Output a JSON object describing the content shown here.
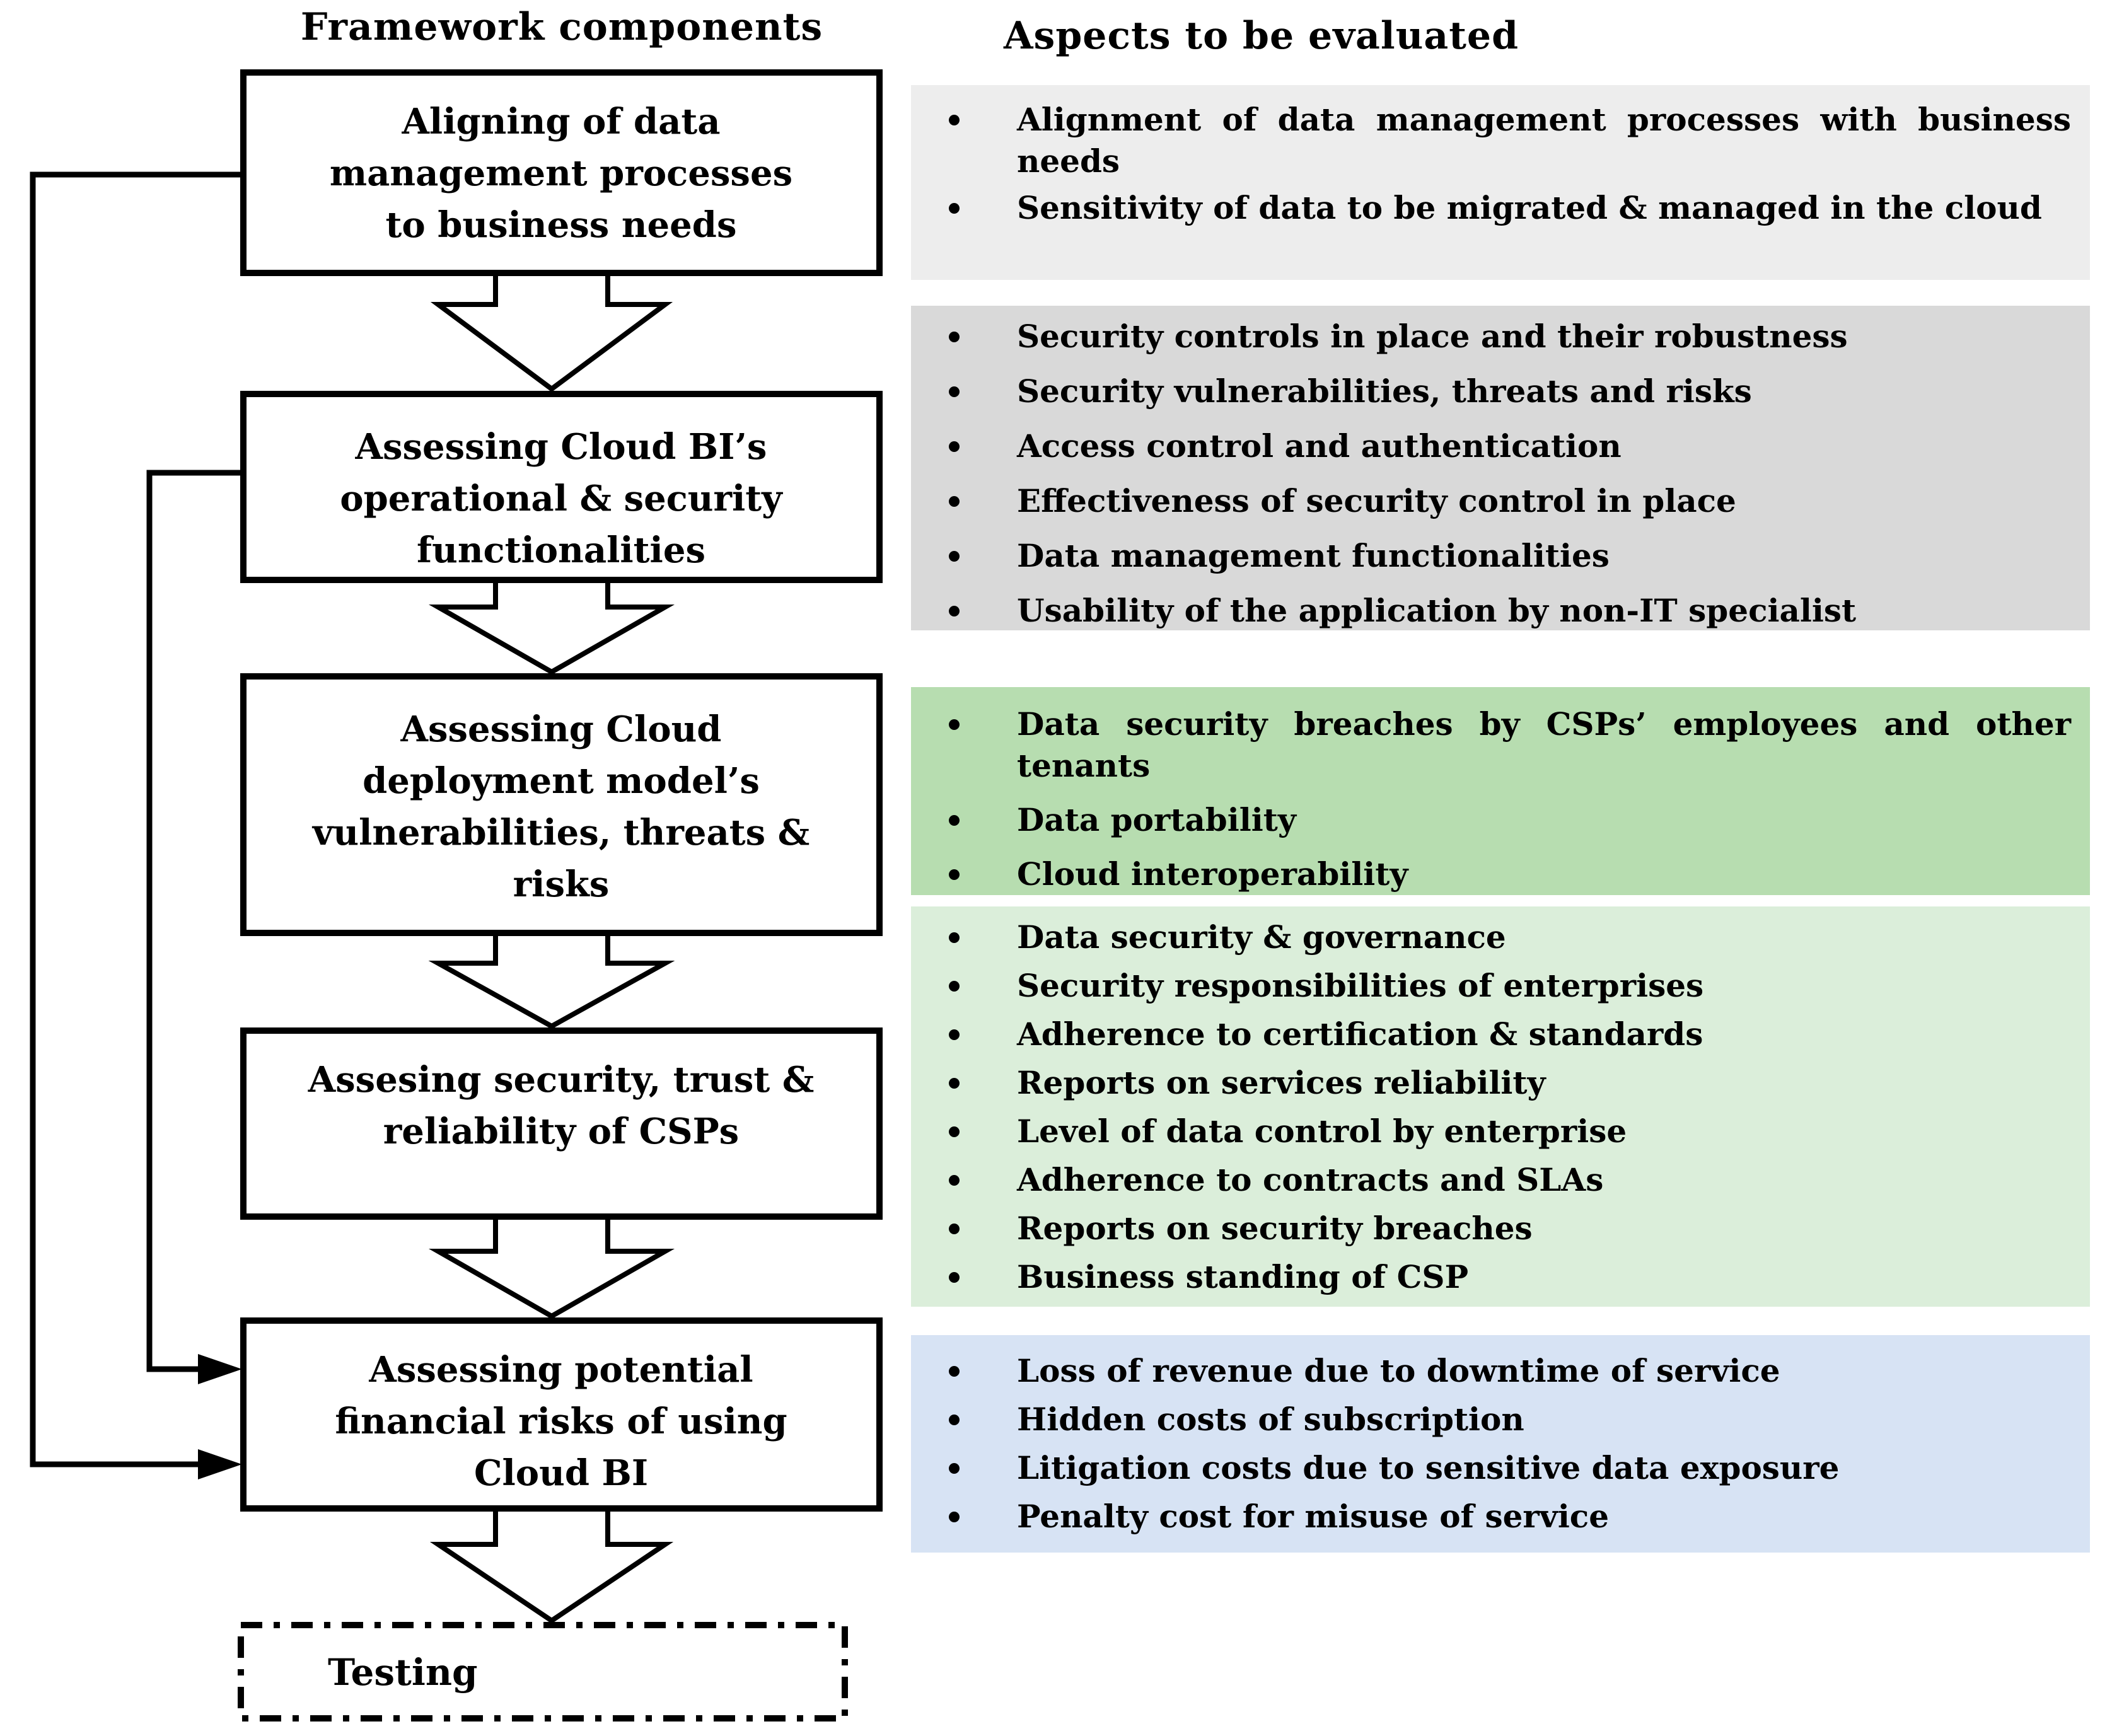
{
  "headers": {
    "left": "Framework components",
    "right": "Aspects to be evaluated"
  },
  "flow": {
    "boxes": [
      {
        "label": "Aligning of data management processes to business needs"
      },
      {
        "label": "Assessing Cloud BI’s operational & security functionalities"
      },
      {
        "label": "Assessing Cloud deployment model’s vulnerabilities, threats & risks"
      },
      {
        "label": "Assesing security, trust & reliability of CSPs"
      },
      {
        "label": "Assessing potential financial risks of using Cloud BI"
      },
      {
        "label": "Testing"
      }
    ],
    "connector_color": "#000000",
    "box_fill": "#ffffff"
  },
  "panels": [
    {
      "bg": "#ededed",
      "items": [
        "Alignment of data management processes with business needs",
        "Sensitivity of data to be migrated & managed in the cloud"
      ]
    },
    {
      "bg": "#d9d9d9",
      "items": [
        "Security controls in place and their robustness",
        "Security vulnerabilities, threats and risks",
        "Access control and authentication",
        "Effectiveness of security control in place",
        "Data management functionalities",
        "Usability of the application by non-IT specialist"
      ]
    },
    {
      "bg": "#b7ddb0",
      "items": [
        "Data security breaches by CSPs’ employees and other tenants",
        "Data portability",
        "Cloud interoperability"
      ]
    },
    {
      "bg": "#dbeeda",
      "items": [
        "Data security & governance",
        "Security responsibilities of enterprises",
        "Adherence to certification & standards",
        "Reports on services reliability",
        "Level of data control by enterprise",
        "Adherence to contracts and SLAs",
        "Reports on security breaches",
        "Business standing of CSP"
      ]
    },
    {
      "bg": "#d7e3f4",
      "items": [
        "Loss of revenue due to downtime of service",
        "Hidden costs of subscription",
        "Litigation costs due to sensitive data exposure",
        "Penalty cost for misuse of service"
      ]
    }
  ]
}
